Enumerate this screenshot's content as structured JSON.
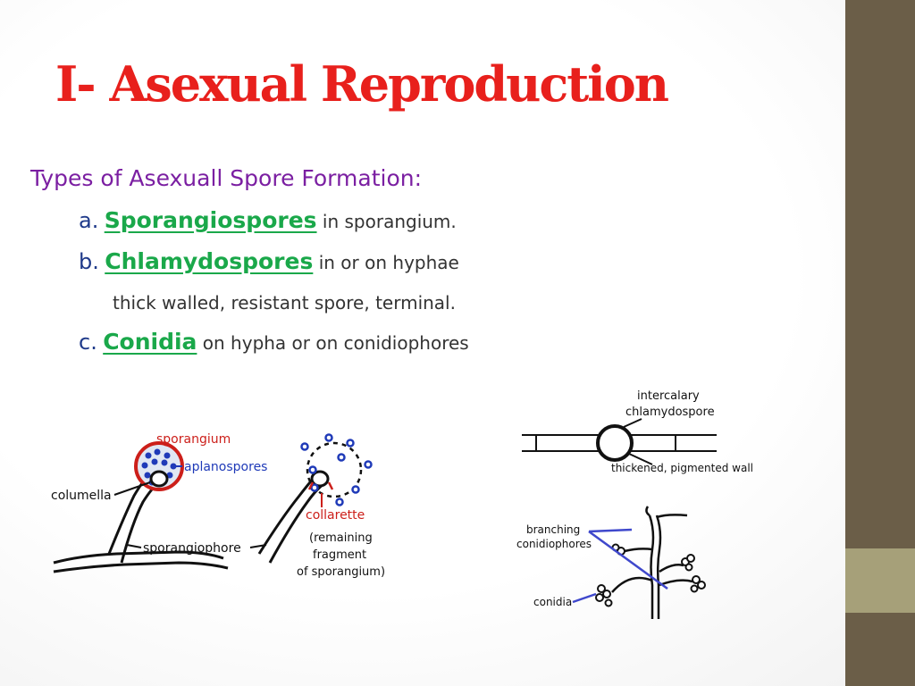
{
  "slide": {
    "title": "I- Asexual Reproduction",
    "subtitle": "Types of Asexuall Spore Formation:",
    "items": [
      {
        "letter": "a.",
        "term": "Sporangiospores",
        "desc": "in sporangium."
      },
      {
        "letter": "b.",
        "term": "Chlamydospores",
        "desc": "in or on hyphae"
      },
      {
        "letter": "c.",
        "term": "Conidia",
        "desc": "on hypha or on conidiophores"
      }
    ],
    "note": "thick walled, resistant spore, terminal."
  },
  "diagram_sporangium": {
    "sporangium": "sporangium",
    "aplanospores": "aplanospores",
    "columella": "columella",
    "sporangiophore": "sporangiophore",
    "collarette": "collarette",
    "remaining_1": "(remaining",
    "remaining_2": "fragment",
    "remaining_3": "of sporangium)"
  },
  "diagram_chlamydospore": {
    "label_1": "intercalary",
    "label_2": "chlamydospore",
    "wall": "thickened, pigmented wall"
  },
  "diagram_conidia": {
    "branching_1": "branching",
    "branching_2": "conidiophores",
    "conidia": "conidia"
  },
  "colors": {
    "title": "#e8201c",
    "subtitle": "#7b1fa2",
    "term": "#1aa84a",
    "sidebar": "#6b5e48",
    "sidebar_accent": "#a6a079"
  }
}
